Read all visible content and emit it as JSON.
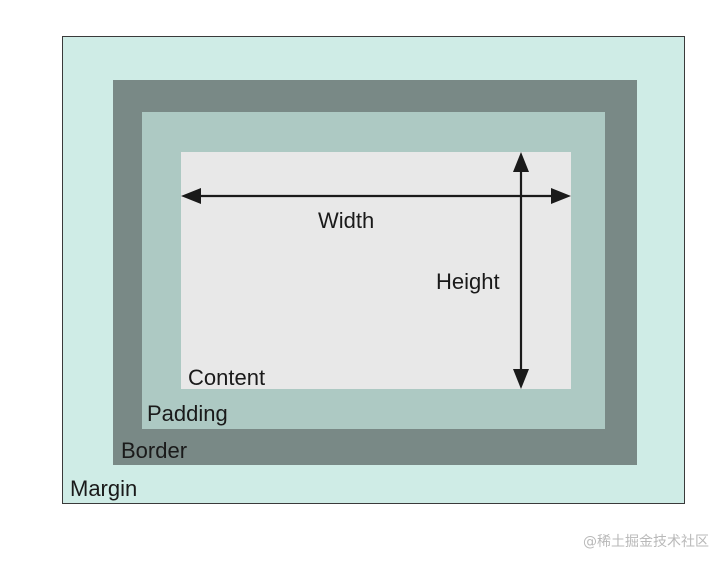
{
  "colors": {
    "margin": "#cfece6",
    "border": "#798986",
    "padding": "#adc9c3",
    "content": "#e8e8e8",
    "arrow": "#1a1a1a"
  },
  "labels": {
    "margin": "Margin",
    "border": "Border",
    "padding": "Padding",
    "content": "Content",
    "width": "Width",
    "height": "Height"
  },
  "watermark": "@稀土掘金技术社区"
}
